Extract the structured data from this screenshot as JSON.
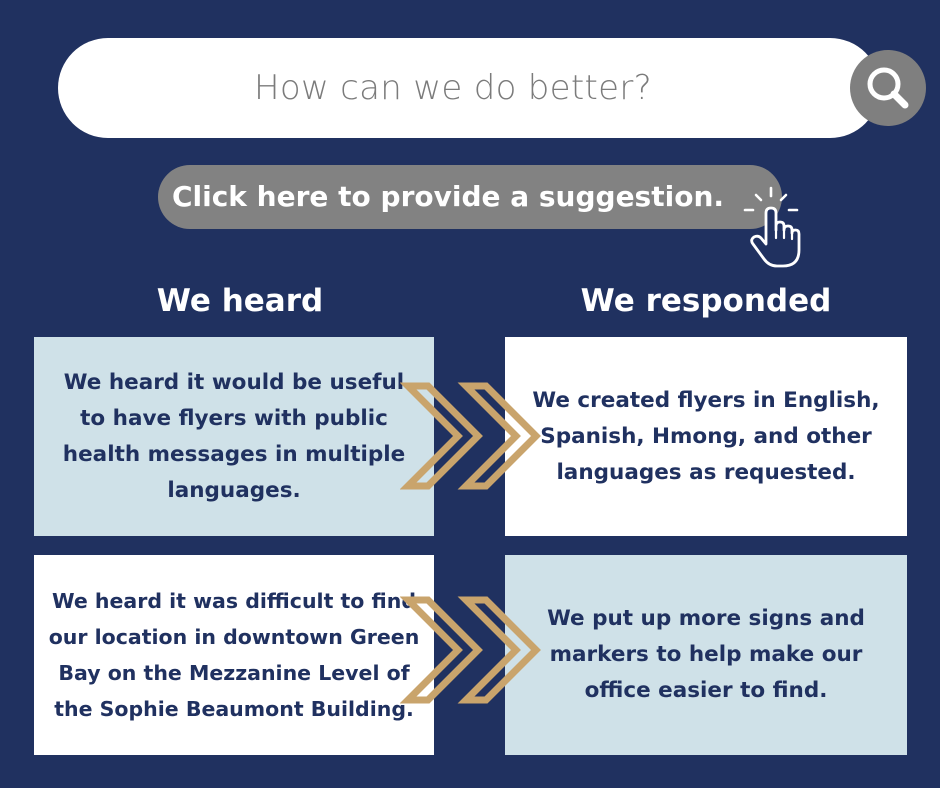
{
  "search": {
    "placeholder": "How can we do better?",
    "button_icon": "search-icon"
  },
  "suggestion": {
    "label": "Click here to provide a suggestion.",
    "icon": "pointing-hand-icon"
  },
  "columns": {
    "left_heading": "We heard",
    "right_heading": "We responded"
  },
  "rows": [
    {
      "heard": "We heard it would be useful to have flyers with public health messages in multiple languages.",
      "responded": "We created flyers in English, Spanish, Hmong, and other languages as requested."
    },
    {
      "heard": "We heard it was difficult to find our location in downtown Green Bay on the Mezzanine Level of the Sophie Beaumont Building.",
      "responded": "We put up more signs and markers to help make our office easier to find."
    }
  ],
  "colors": {
    "background": "#203160",
    "card_light": "#cfe1e8",
    "button_gray": "#828282",
    "chevron_gold": "#c9a46c"
  }
}
